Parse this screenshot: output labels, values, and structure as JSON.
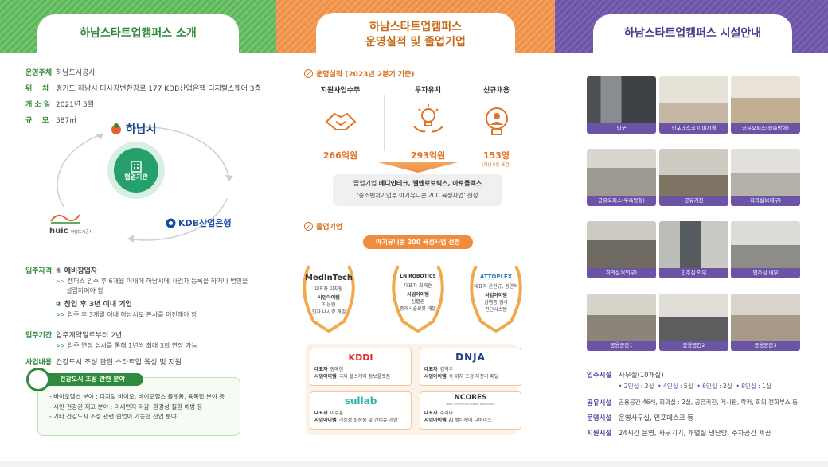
{
  "headers": {
    "intro_title": "하남스타트업캠퍼스 소개",
    "performance_title_1": "하남스타트업캠퍼스",
    "performance_title_2": "운영실적 및 졸업기업",
    "facility_title": "하남스타트업캠퍼스 시설안내"
  },
  "colors": {
    "green": "#2f8a3d",
    "orange": "#e07426",
    "purple": "#6b53a6"
  },
  "intro": {
    "rows": [
      {
        "key": "운영주체",
        "value": "하남도시공사"
      },
      {
        "key": "위    치",
        "value": "경기도 하남시 미사강변한강로 177 KDB산업은행 디지털스퀘어 3층"
      },
      {
        "key": "개 소 일",
        "value": "2021년 5월"
      },
      {
        "key": "규    모",
        "value": "587㎡"
      }
    ],
    "diagram": {
      "hub": "협업기관",
      "org_top": "하남시",
      "org_right": "KDB산업은행",
      "org_left": "huic",
      "org_left_sub": "하남도시공사"
    },
    "eligibility": {
      "key": "입주자격",
      "item1": "① 예비창업자",
      "item1_sub1": "캠퍼스 입주 후 6개월 이내에 하남시에 사업자 등록을 하거나 법인을",
      "item1_sub2": "설립하여야 함",
      "item2": "② 창업 후 3년 이내 기업",
      "item2_sub": "입주 후 3개월 이내 하남시로 본사를 이전해야 함"
    },
    "period": {
      "key": "입주기간",
      "value": "입주계약일로부터 2년",
      "sub": "입주 연장 심사를 통해 1년씩 최대 3회 연장 가능"
    },
    "business": {
      "key": "사업내용",
      "value": "건강도시 조성 관련 스타트업 육성 및 지원"
    },
    "note": {
      "title": "건강도시 조성 관련 분야",
      "lines": [
        "- 바이오헬스 분야 : 디지털 바이오, 바이오헬스 플랫폼, 융복합 분야 등",
        "- 시민 건강권 제고 분야 : 미세먼지 저감, 환경성 질환 예방 등",
        "- 기타 건강도시 조성 관련 협업이 가능한 산업 분야"
      ]
    }
  },
  "performance": {
    "section_title": "운영실적 (2023년 2분기 기준)",
    "stats": [
      {
        "label": "지원사업수주",
        "value": "266억원",
        "note": ""
      },
      {
        "label": "투자유치",
        "value": "293억원",
        "note": ""
      },
      {
        "label": "신규채용",
        "value": "153명",
        "note": "(하남시민 포함)"
      }
    ],
    "graduates_line_label": "졸업기업",
    "graduates_line_names": "메디인테크, 엘엔로보틱스, 아토플렉스",
    "graduates_line2": "'중소벤처기업부 아기유니콘 200 육성사업' 선정"
  },
  "graduates": {
    "section_title": "졸업기업",
    "ribbon": "아기유니콘 200 육성사업 선정",
    "laurels": [
      {
        "logo": "MedInTech",
        "ceo_label": "대표자",
        "ceo": "이치원",
        "item_label": "사업아이템",
        "item1": "지능형",
        "item2": "진자 내시경 개발"
      },
      {
        "logo": "LN ROBOTICS",
        "ceo_label": "대표자",
        "ceo": "최재순",
        "item_label": "사업아이템",
        "item1": "심혈관",
        "item2": "중재시술로봇 개발"
      },
      {
        "logo": "ATTOPLEX",
        "ceo_label": "대표자",
        "ceo": "윤현규, 정연혁",
        "item_label": "사업아이템",
        "item1": "감염증 검사",
        "item2": "진단시스템"
      }
    ],
    "cards": [
      {
        "logo": "KDDI",
        "ceo_label": "대표자",
        "ceo": "장예현",
        "item_label": "사업아이템",
        "item": "국제 헬스케어 정보플랫폼"
      },
      {
        "logo": "DNJA",
        "ceo_label": "대표자",
        "ceo": "김혁우",
        "item_label": "사업아이템",
        "item": "축 위치 조정 자전거 패달"
      },
      {
        "logo": "sullab",
        "ceo_label": "대표자",
        "ceo": "이주훈",
        "item_label": "사업아이템",
        "item": "기능성 화장품 및 건티슈 개발"
      },
      {
        "logo": "NCORES",
        "logo_sub": "Next Generation Digital Healthcare",
        "ceo_label": "대표자",
        "ceo": "주하나",
        "item_label": "사업아이템",
        "item": "AI 헬티케어 디바이스"
      }
    ]
  },
  "facility": {
    "photos": [
      "입구",
      "인포데스크 이미지월",
      "공유오피스(좌측방향)",
      "공유오피스(우측방향)",
      "공유키친",
      "회의실1(내부)",
      "회의실2(외부)",
      "입주실 외부",
      "입주실 내부",
      "공용공간1",
      "공용공간2",
      "공용공간3"
    ],
    "rows": [
      {
        "key": "입주시설",
        "value": "사무실(10개실)"
      },
      {
        "key": "공유시설",
        "value": "공용공간 46석, 회의실 : 2실, 공유키친, 게시판, 락커, 회의 전화부스 등"
      },
      {
        "key": "운영시설",
        "value": "운영사무실, 인포데스크 등"
      },
      {
        "key": "지원시설",
        "value": "24시간 운영, 사무기기, 개별실 냉난방, 주차공간 제공"
      }
    ],
    "rooms_sub": [
      {
        "b": "• 2인실",
        "v": ": 2실"
      },
      {
        "b": "• 4인실",
        "v": ": 5실"
      },
      {
        "b": "• 6인실",
        "v": ": 2실"
      },
      {
        "b": "• 8인실",
        "v": ": 1실"
      }
    ]
  }
}
